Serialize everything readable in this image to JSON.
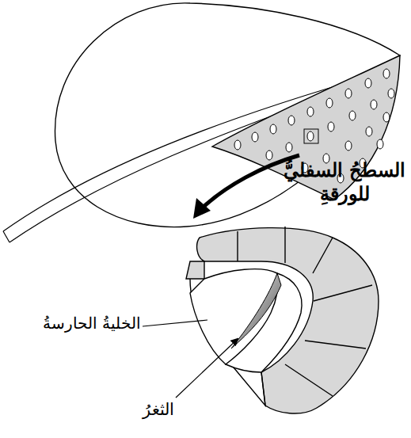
{
  "diagram": {
    "labels": [
      "السطحُ السفليُّ للورقةِ",
      "الخليةُ الحارسةُ",
      "الثغرُ"
    ]
  }
}
